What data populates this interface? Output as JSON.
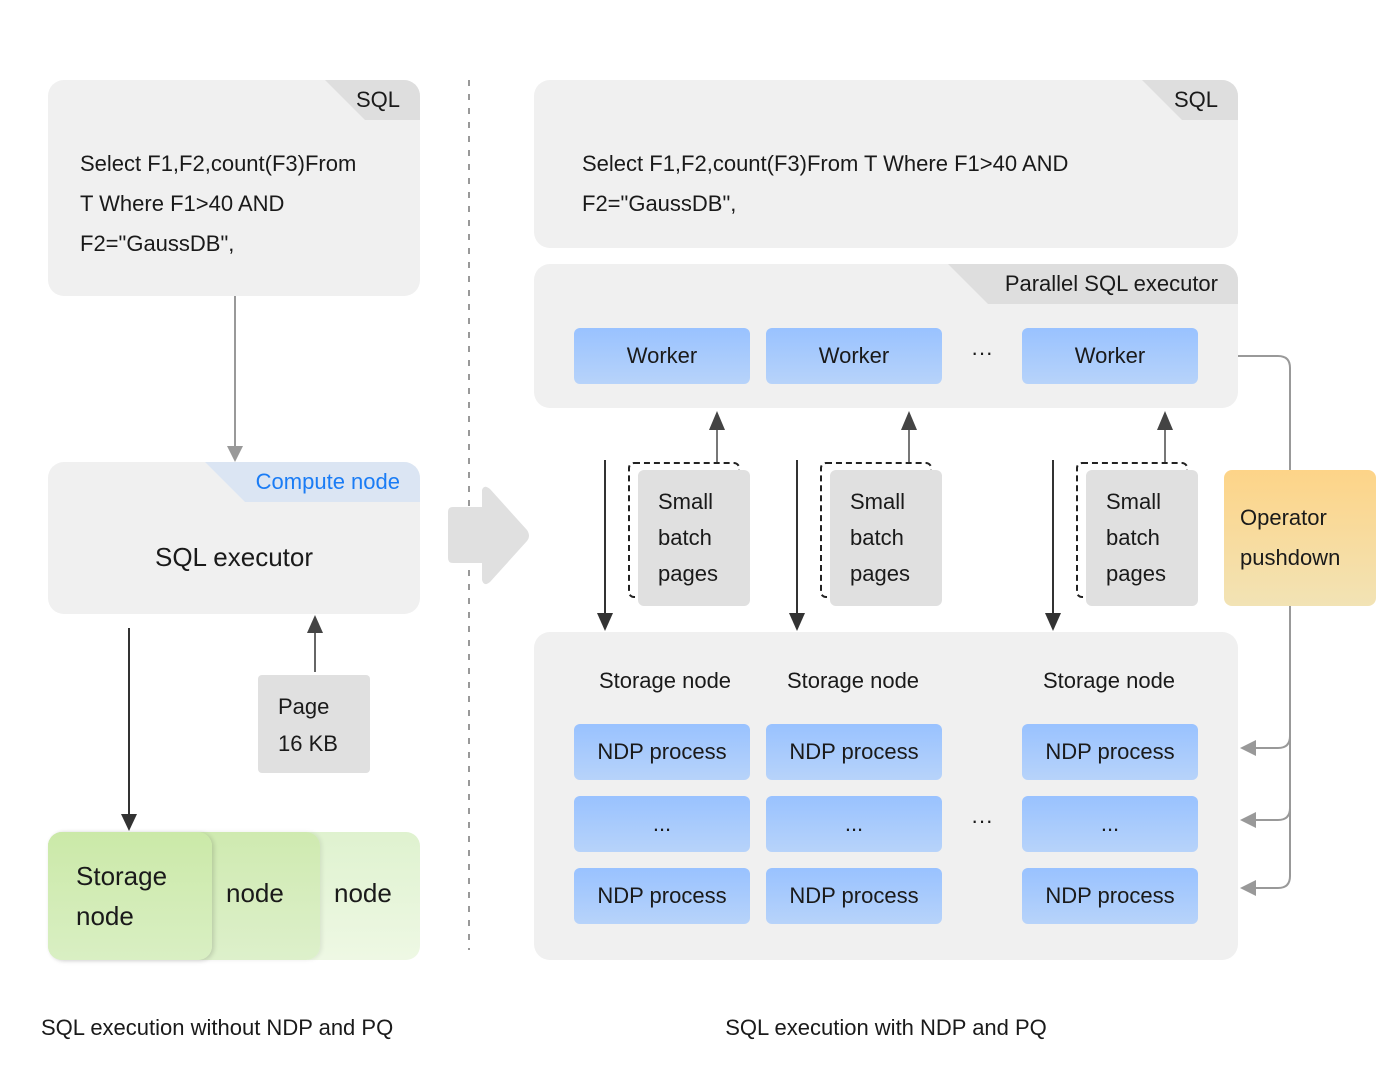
{
  "left": {
    "sql_tab": "SQL",
    "sql_lines": [
      "Select F1,F2,count(F3)From",
      "T Where F1>40 AND",
      "F2=\"GaussDB\","
    ],
    "compute_tab": "Compute node",
    "executor": "SQL executor",
    "page_lines": [
      "Page",
      "16 KB"
    ],
    "storage_front": [
      "Storage",
      "node"
    ],
    "storage_mid": "node",
    "storage_back": "node",
    "caption": "SQL execution without NDP and PQ"
  },
  "right": {
    "sql_tab": "SQL",
    "sql_lines": [
      "Select F1,F2,count(F3)From T Where F1>40 AND",
      "F2=\"GaussDB\","
    ],
    "parallel_tab": "Parallel SQL executor",
    "workers": [
      "Worker",
      "Worker",
      "Worker"
    ],
    "ellipsis": "···",
    "batch_lines": [
      "Small",
      "batch",
      "pages"
    ],
    "storage_labels": [
      "Storage node",
      "Storage node",
      "Storage node"
    ],
    "ndp_rows": [
      "NDP process",
      "...",
      "NDP process"
    ],
    "operator_lines": [
      "Operator",
      "pushdown"
    ],
    "caption": "SQL execution with NDP and PQ"
  },
  "colors": {
    "worker": "#99c2ff",
    "operator": "#fdd488",
    "storage": "#cdeaa8",
    "compute_tab_text": "#1a7cf5"
  }
}
